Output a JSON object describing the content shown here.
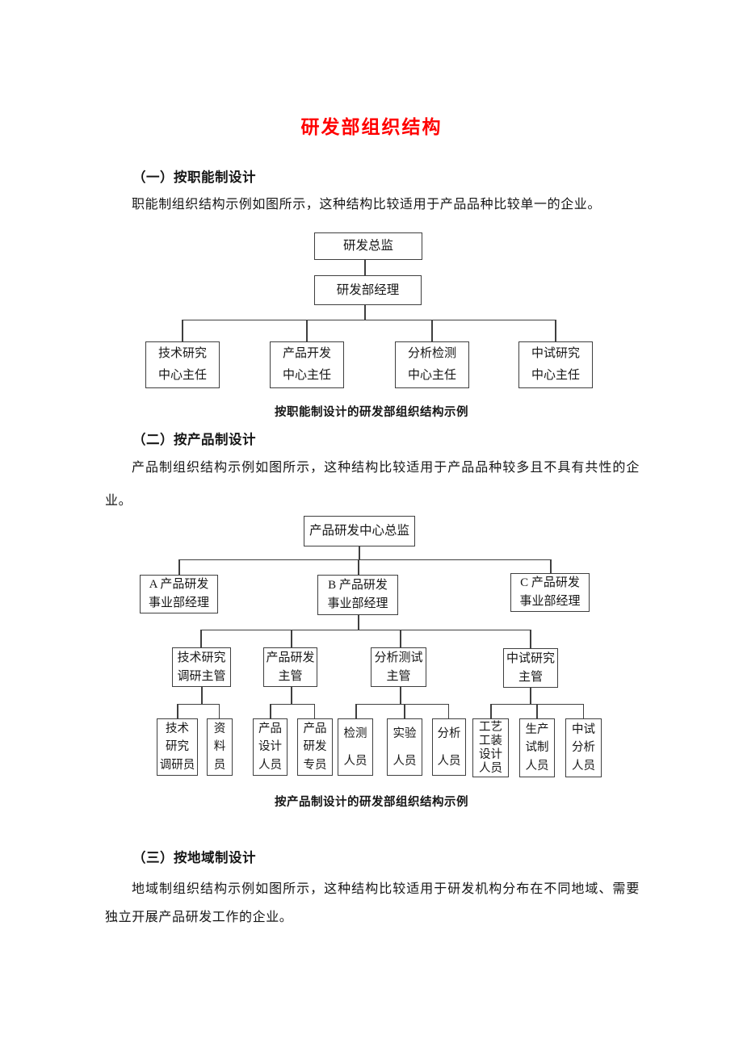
{
  "document": {
    "title": "研发部组织结构",
    "title_color": "#FF0000",
    "text_color": "#161616",
    "line_color": "#3F3F3F",
    "background_color": "#FFFFFF"
  },
  "sections": {
    "s1": {
      "heading": "（一）按职能制设计",
      "para_line1": "职能制组织结构示例如图所示，这种结构比较适用于产品品种比较单一的企业。",
      "caption": "按职能制设计的研发部组织结构示例"
    },
    "s2": {
      "heading": "（二）按产品制设计",
      "para_line1": "产品制组织结构示例如图所示，这种结构比较适用于产品品种较多且不具有共性的企",
      "para_line2": "业。",
      "caption": "按产品制设计的研发部组织结构示例"
    },
    "s3": {
      "heading": "（三）按地域制设计",
      "para_line1": "地域制组织结构示例如图所示，这种结构比较适用于研发机构分布在不同地域、需要",
      "para_line2": "独立开展产品研发工作的企业。"
    }
  },
  "chart_functional": {
    "type": "org-chart",
    "root": "研发总监",
    "manager": "研发部经理",
    "departments": [
      "技术研究\n中心主任",
      "产品开发\n中心主任",
      "分析检测\n中心主任",
      "中试研究\n中心主任"
    ]
  },
  "chart_product": {
    "type": "org-chart",
    "root": "产品研发中心总监",
    "divisions": [
      "A 产品研发\n事业部经理",
      "B 产品研发\n事业部经理",
      "C 产品研发\n事业部经理"
    ],
    "supervisors": [
      "技术研究\n调研主管",
      "产品研发\n主管",
      "分析测试\n主管",
      "中试研究\n主管"
    ],
    "staff": [
      "技术\n研究\n调研员",
      "资\n料\n员",
      "产品\n设计\n人员",
      "产品\n研发\n专员",
      "检测\n人员",
      "实验\n人员",
      "分析\n人员",
      "工艺\n工装\n设计\n人员",
      "生产\n试制\n人员",
      "中试\n分析\n人员"
    ]
  }
}
